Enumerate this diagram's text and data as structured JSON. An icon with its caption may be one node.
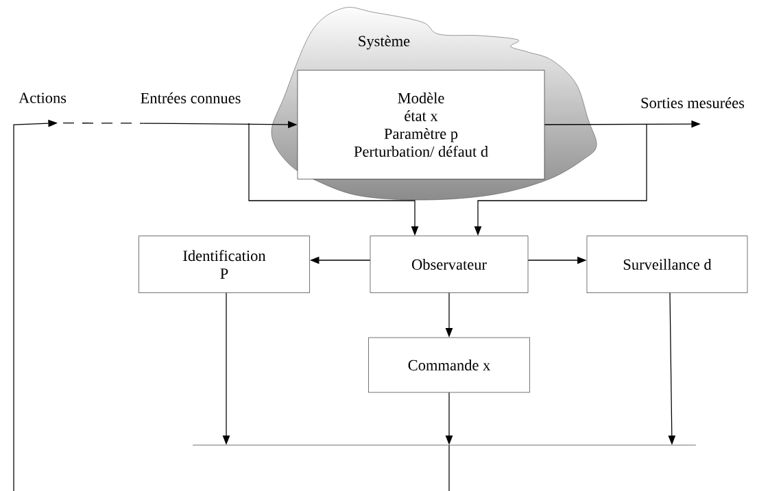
{
  "diagram": {
    "nodes": [
      {
        "text": [
          "Système"
        ]
      },
      {
        "text": [
          "Modèle",
          "état x",
          "Paramètre p",
          "Perturbation/ défaut d"
        ],
        "in": 0
      },
      {
        "text": [
          "Actions"
        ]
      },
      {
        "text": [
          "Entrées connues"
        ]
      },
      {
        "text": [
          "Sorties mesurées"
        ]
      },
      {
        "text": [
          "Observateur"
        ]
      },
      {
        "text": [
          "Identification",
          "P"
        ]
      },
      {
        "text": [
          "Surveillance d"
        ]
      },
      {
        "text": [
          "Commande x"
        ]
      },
      {
        "text": [],
        "shape": "bar"
      }
    ],
    "edges": [
      {
        "from": 2,
        "to": 3,
        "arrow": "none",
        "style": "dashed"
      },
      {
        "from": 3,
        "to": 1,
        "arrow": "to"
      },
      {
        "from": 1,
        "to": 4,
        "arrow": "to"
      },
      {
        "from": 3,
        "to": 5,
        "arrow": "to"
      },
      {
        "from": 4,
        "to": 5,
        "arrow": "to"
      },
      {
        "from": 5,
        "to": 6,
        "arrow": "to"
      },
      {
        "from": 5,
        "to": 7,
        "arrow": "to"
      },
      {
        "from": 5,
        "to": 8,
        "arrow": "to"
      },
      {
        "from": 6,
        "to": 9,
        "arrow": "to"
      },
      {
        "from": 8,
        "to": 9,
        "arrow": "to"
      },
      {
        "from": 7,
        "to": 9,
        "arrow": "to"
      },
      {
        "from": 9,
        "to": 2,
        "arrow": "to"
      }
    ]
  }
}
